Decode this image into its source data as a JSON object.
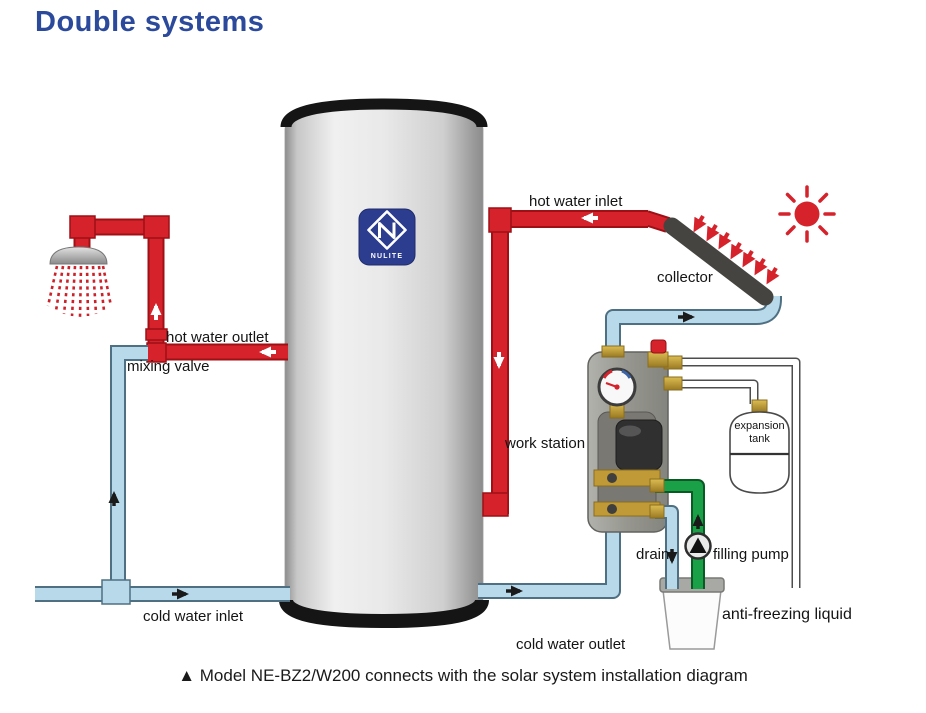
{
  "page": {
    "title": "Double systems",
    "caption": "▲ Model NE-BZ2/W200 connects with the solar system installation diagram"
  },
  "logo": {
    "brand": "NULITE"
  },
  "labels": {
    "hot_water_inlet": "hot water inlet",
    "collector": "collector",
    "hot_water_outlet": "hot water outlet",
    "mixing_valve": "mixing valve",
    "work_station": "work station",
    "expansion_tank_line1": "expansion",
    "expansion_tank_line2": "tank",
    "drain": "drain",
    "filling_pump": "filling pump",
    "anti_freezing_liquid": "anti-freezing liquid",
    "cold_water_inlet": "cold water inlet",
    "cold_water_outlet": "cold water outlet"
  },
  "colors": {
    "title_blue": "#2b4a9c",
    "pipe_red": "#d5222b",
    "pipe_blue": "#b8d9ea",
    "pipe_green": "#1aa046",
    "pipe_white": "#ffffff",
    "collector_dark": "#454440",
    "sun_red": "#d5222b",
    "logo_blue": "#2c3d8f",
    "brass": "#c9a43a",
    "tank_silver": "#e9e9e9"
  }
}
